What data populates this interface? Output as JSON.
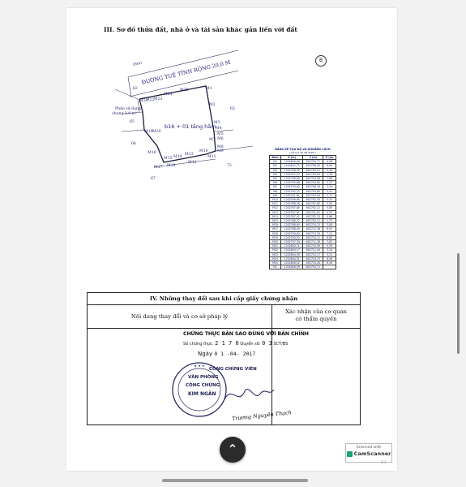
{
  "section3_title": "III. Sơ đồ thửa đất, nhà ở và tài sản khác gắn liền với đất",
  "compass_letter": "B",
  "road": {
    "label": "ĐƯỜNG TUỆ TĨNH RỘNG 20,0 M",
    "width_note": "(8m)"
  },
  "parcel_label": "b16 + 01 tầng hầm",
  "shared_area_note": {
    "line1": "Phần sử dụng",
    "line2": "chung 3,0 m²"
  },
  "markers": {
    "M1": "M1",
    "M2": "M2",
    "M3": "M3",
    "M4": "M4",
    "M5": "M5",
    "M6": "M6",
    "M7": "M7",
    "M8": "M8",
    "M9": "M9",
    "M10": "M10",
    "M11": "M11",
    "M12": "M12",
    "M13": "M13",
    "M14": "M14",
    "M15": "M15",
    "M16": "M16",
    "M17": "M17",
    "M18": "M18",
    "M19": "M19",
    "M20": "M20",
    "M21": "M21",
    "M22": "M22",
    "M23": "M23",
    "M24": "M24",
    "M25": "M25"
  },
  "neighbor_parcels": {
    "n63": "63",
    "n65": "65",
    "n66": "66",
    "n67": "67",
    "n72": "72",
    "n62": "62"
  },
  "coord_table": {
    "title": "BẢNG KÊ TỌA ĐỘ VÀ KHOẢNG CÁCH",
    "subtitle": "( Hệ tọa độ VN 2000 )",
    "headers": [
      "Đỉnh",
      "X (m)",
      "Y (m)",
      "S (m)"
    ],
    "rows": [
      [
        "M1",
        "1202806,59",
        "602704,71",
        "6,06"
      ],
      [
        "M2",
        "1202803,75",
        "602708,45",
        "8,69"
      ],
      [
        "M3",
        "1202798,28",
        "602705,41",
        "0,44"
      ],
      [
        "M4",
        "1202797,52",
        "602705,03",
        "1,78"
      ],
      [
        "M5",
        "1202796,60",
        "602704,56",
        "1,68"
      ],
      [
        "M6",
        "1202795,86",
        "602704,62",
        "0,37"
      ],
      [
        "M7",
        "1202793,60",
        "602706,34",
        "3,34"
      ],
      [
        "M8",
        "1202792,23",
        "602703,85",
        "0,41"
      ],
      [
        "M9",
        "1202791,81",
        "602703,59",
        "2,71"
      ],
      [
        "M10",
        "1202789,60",
        "602702,30",
        "0,41"
      ],
      [
        "M11",
        "1202788,38",
        "602701,85",
        "3,05"
      ],
      [
        "M12",
        "1202787,80",
        "602702,21",
        "0,85"
      ],
      [
        "M13",
        "1202787,41",
        "602701,61",
        "0,33"
      ],
      [
        "M14",
        "1202787,41",
        "602702,13",
        "0,66"
      ],
      [
        "M15",
        "1202786,22",
        "602705,21",
        "2,73"
      ],
      [
        "M16",
        "1202788,64",
        "602710,13",
        "3,08"
      ],
      [
        "M17",
        "1202788,49",
        "602712,36",
        "6,91"
      ],
      [
        "M18",
        "1202790,64",
        "602713,20",
        "7,11"
      ],
      [
        "M19",
        "1202794,52",
        "602710,11",
        "6,65"
      ],
      [
        "M20",
        "1202797,34",
        "602711,36",
        "7,63"
      ],
      [
        "M21",
        "1202800,71",
        "602710,95",
        "0,39"
      ],
      [
        "M22",
        "1202804,17",
        "602711,04",
        "3,10"
      ],
      [
        "M23",
        "1202804,39",
        "602710,17",
        "3,21"
      ],
      [
        "M24",
        "1202804,51",
        "602710,73",
        "6,56"
      ],
      [
        "M25",
        "1202806,02",
        "602710,44",
        "6,34"
      ],
      [
        "M1",
        "1202806,59",
        "602704,71",
        ""
      ]
    ]
  },
  "section4": {
    "title": "IV. Những thay đổi sau khi cấp giấy chứng nhận",
    "col_left": "Nội dung thay đổi và cơ sở pháp lý",
    "col_right_line1": "Xác nhận của cơ quan",
    "col_right_line2": "có thẩm quyền"
  },
  "certification": {
    "stamp_title": "CHỨNG THỰC BẢN SAO ĐÚNG VỚI BẢN CHÍNH",
    "number_label": "Số chứng thực:",
    "number_value": "2 1 7 0",
    "book_label": "Quyển số:",
    "book_value": "0 3",
    "book_suffix": "SCT/BS",
    "date_label": "Ngày",
    "date_value": "0 1 -04- 2017",
    "notary": "CÔNG CHỨNG VIÊN",
    "seal_line1": "VĂN PHÒNG",
    "seal_line2": "CÔNG CHỨNG",
    "seal_line3": "KIM NGÂN",
    "signer": "Trương Nguyên Thạch"
  },
  "camscanner": {
    "top": "Scanned with",
    "brand": "CamScanner"
  },
  "page_number": "2/3"
}
